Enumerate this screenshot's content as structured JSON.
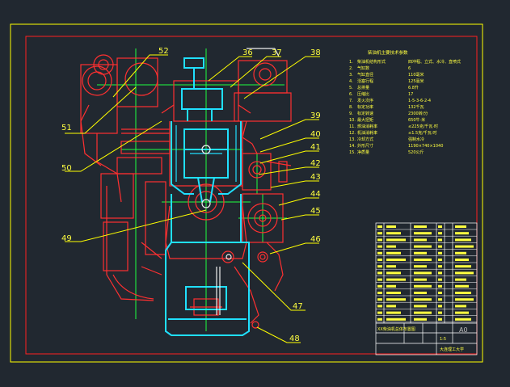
{
  "colors": {
    "background": "#212830",
    "outer_border": "#ffff00",
    "inner_border": "#ff2020",
    "leader": "#ffff00",
    "engine_red": "#ff3030",
    "engine_cyan": "#20e0ff",
    "axis_green": "#20ff40",
    "spec_text": "#ffff40",
    "table_line": "#ffffff"
  },
  "callouts": [
    "52",
    "36",
    "37",
    "38",
    "51",
    "50",
    "39",
    "40",
    "41",
    "42",
    "43",
    "44",
    "45",
    "46",
    "49",
    "47",
    "48"
  ],
  "specs": {
    "title": "柴油机主要技术参数",
    "rows": [
      {
        "num": "1.",
        "label": "柴油机结构形式",
        "value": "四冲程、立式、水冷、直喷式"
      },
      {
        "num": "2.",
        "label": "气缸数",
        "value": "6"
      },
      {
        "num": "3.",
        "label": "气缸直径",
        "value": "110毫米"
      },
      {
        "num": "4.",
        "label": "活塞行程",
        "value": "125毫米"
      },
      {
        "num": "5.",
        "label": "总排量",
        "value": "6.8升"
      },
      {
        "num": "6.",
        "label": "压缩比",
        "value": "17"
      },
      {
        "num": "7.",
        "label": "发火次序",
        "value": "1-5-3-6-2-4"
      },
      {
        "num": "8.",
        "label": "标定功率",
        "value": "132千瓦"
      },
      {
        "num": "9.",
        "label": "标定转速",
        "value": "2300转/分"
      },
      {
        "num": "10.",
        "label": "最大扭矩",
        "value": "650牛·米"
      },
      {
        "num": "11.",
        "label": "燃油消耗率",
        "value": "≤225克/千瓦·时"
      },
      {
        "num": "12.",
        "label": "机油消耗率",
        "value": "≤1.5克/千瓦·时"
      },
      {
        "num": "13.",
        "label": "冷却方式",
        "value": "强制水冷"
      },
      {
        "num": "14.",
        "label": "外形尺寸",
        "value": "1190×740×1040"
      },
      {
        "num": "15.",
        "label": "净质量",
        "value": "520公斤"
      }
    ]
  },
  "title_block": {
    "drawing_title": "XX柴油机总体布置图",
    "scale": "1:5",
    "sheet": "A0",
    "school": "大连理工大学"
  }
}
